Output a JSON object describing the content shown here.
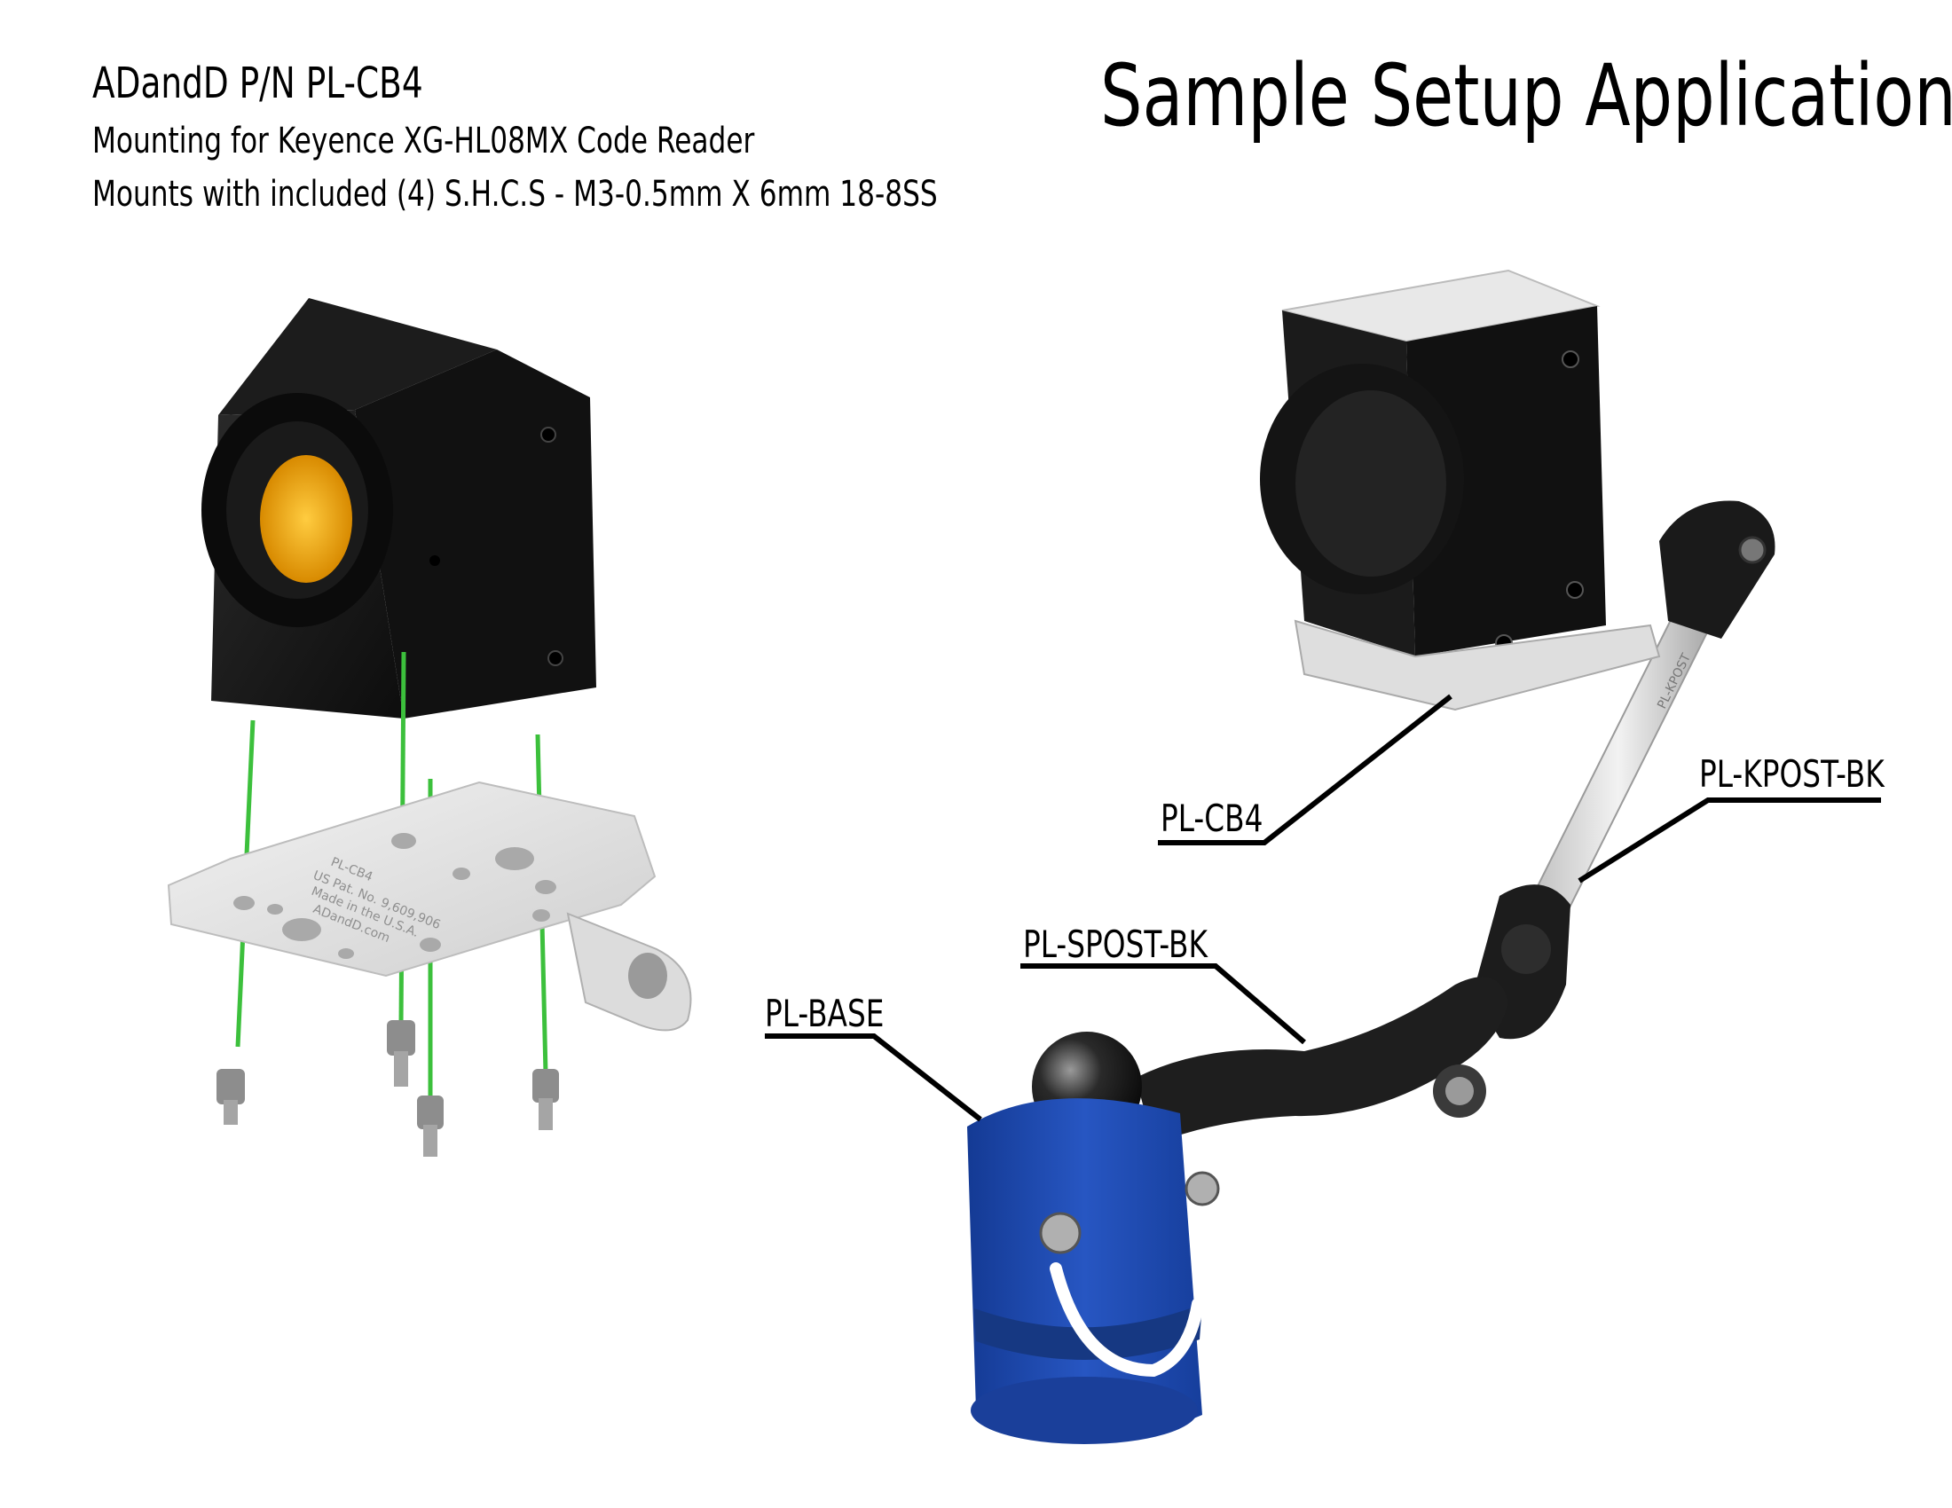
{
  "header": {
    "part_number": "ADandD P/N PL-CB4",
    "description": "Mounting for Keyence XG-HL08MX Code Reader",
    "hardware_note": "Mounts with included (4) S.H.C.S - M3-0.5mm X 6mm 18-8SS"
  },
  "title": "Sample Setup Application",
  "plate_engraving": {
    "line1": "PL-CB4",
    "line2": "US Pat. No. 9,609,906",
    "line3": "Made in the U.S.A.",
    "line4": "ADandD.com"
  },
  "arm_engraving": "PL-KPOST",
  "callouts": {
    "cb4": "PL-CB4",
    "kpost": "PL-KPOST-BK",
    "spost": "PL-SPOST-BK",
    "base": "PL-BASE"
  },
  "colors": {
    "reader_body": "#141414",
    "lens_amber": "#f0a400",
    "plate": "#e6e6e6",
    "guide_lines": "#3cc03c",
    "base_blue": "#1f46a8",
    "arm_black": "#1e1e1e",
    "post_silver": "#d4d4d4"
  }
}
